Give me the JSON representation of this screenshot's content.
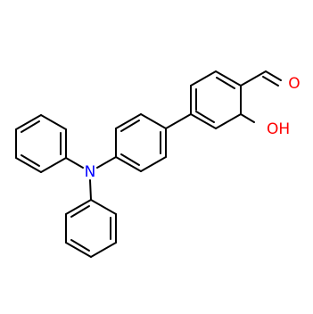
{
  "molecule": {
    "colors": {
      "bond": "#000000",
      "nitrogen": "#0000ff",
      "oxygen": "#ff0000",
      "background": "#ffffff"
    },
    "atoms": {
      "aldehyde_oxygen": "O",
      "hydroxyl": "OH",
      "nitrogen": "N"
    }
  }
}
